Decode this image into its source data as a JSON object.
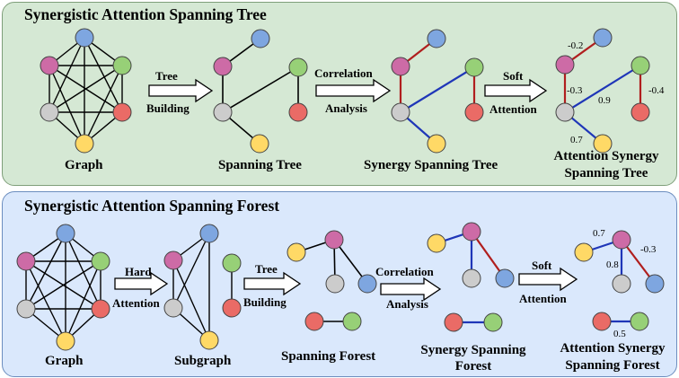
{
  "colors": {
    "tree_panel_bg": "#d5e8d4",
    "forest_panel_bg": "#dae8fc",
    "node_pink": "#cd6ba6",
    "node_blue": "#7ea6e0",
    "node_green": "#97d077",
    "node_red": "#ea6b66",
    "node_gray": "#cccccc",
    "node_yellow": "#ffd966",
    "edge_positive": "#b01e1e",
    "edge_negative": "#1f36b8"
  },
  "tree_panel": {
    "title": "Synergistic Attention Spanning Tree",
    "graph_caption": "Graph",
    "arrow1": {
      "line1": "Tree",
      "line2": "Building"
    },
    "spanning_tree_caption": "Spanning Tree",
    "arrow2": {
      "line1": "Correlation",
      "line2": "Analysis"
    },
    "synergy_caption": "Synergy Spanning Tree",
    "arrow3": {
      "line1": "Soft",
      "line2": "Attention"
    },
    "attention_caption": {
      "line1": "Attention Synergy",
      "line2": "Spanning Tree"
    },
    "weights": {
      "pink_blue": "-0.2",
      "pink_gray": "-0.3",
      "gray_green": "0.9",
      "green_red": "-0.4",
      "gray_yellow": "0.7"
    }
  },
  "forest_panel": {
    "title": "Synergistic Attention Spanning Forest",
    "graph_caption": "Graph",
    "arrow1": {
      "line1": "Hard",
      "line2": "Attention"
    },
    "subgraph_caption": "Subgraph",
    "arrow2": {
      "line1": "Tree",
      "line2": "Building"
    },
    "spanning_forest_caption": "Spanning Forest",
    "arrow3": {
      "line1": "Correlation",
      "line2": "Analysis"
    },
    "synergy_caption": {
      "line1": "Synergy Spanning",
      "line2": "Forest"
    },
    "arrow4": {
      "line1": "Soft",
      "line2": "Attention"
    },
    "attention_caption": {
      "line1": "Attention Synergy",
      "line2": "Spanning Forest"
    },
    "weights": {
      "yellow_pink": "0.7",
      "pink_gray": "0.8",
      "pink_blue": "-0.3",
      "red_green": "0.5"
    }
  }
}
